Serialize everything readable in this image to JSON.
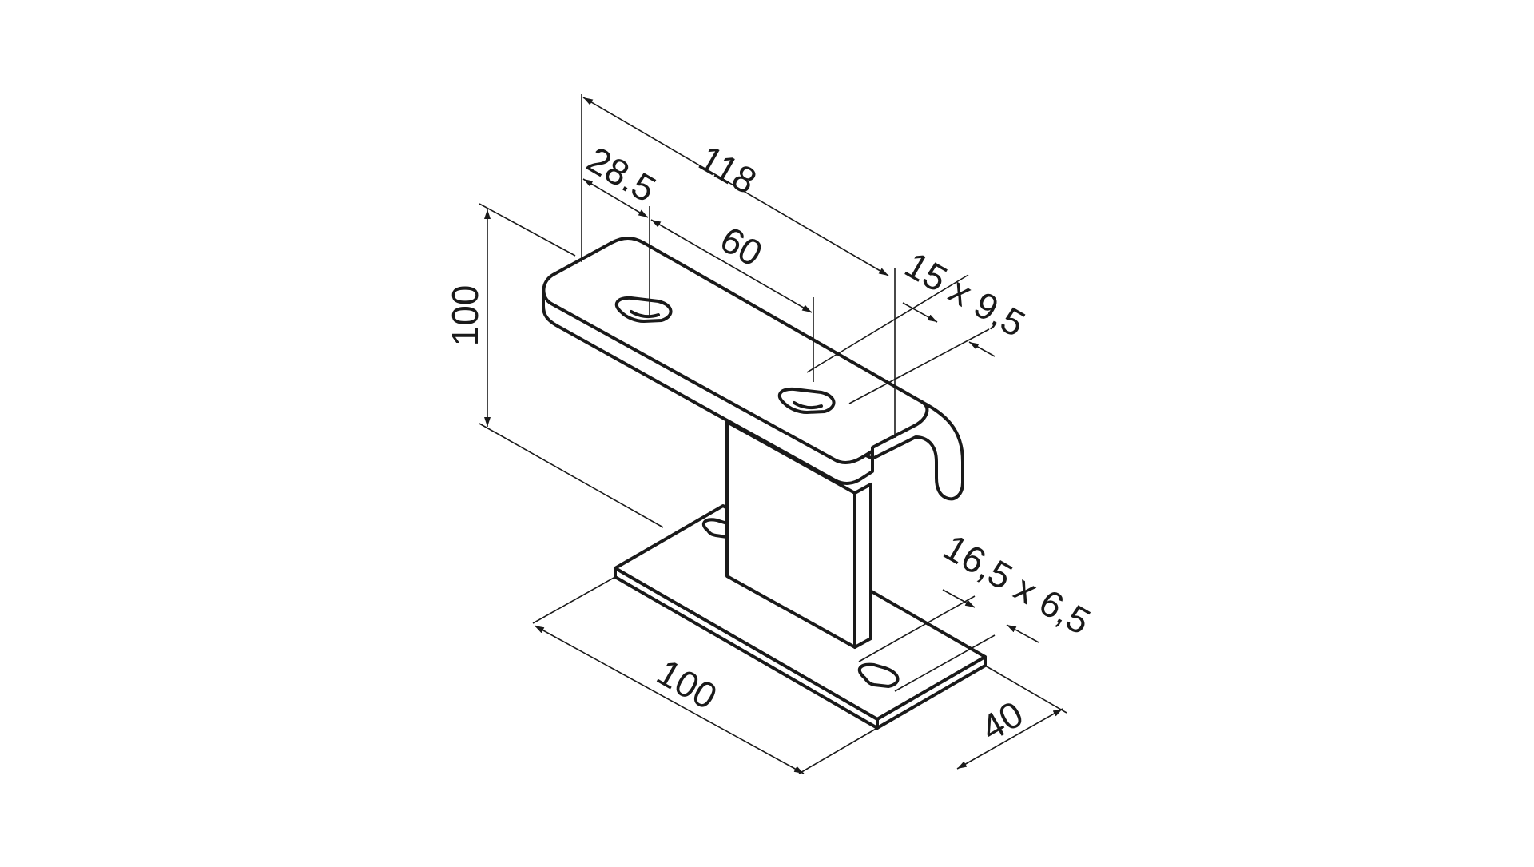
{
  "drawing": {
    "line_color": "#1a1a1a",
    "background": "#ffffff"
  },
  "dimensions": {
    "overall_length": "118",
    "hole_offset": "28.5",
    "hole_spacing": "60",
    "top_slot_size": "15 x 9,5",
    "height": "100",
    "base_length": "100",
    "base_slot_size": "16,5 x 6,5",
    "base_width": "40"
  }
}
